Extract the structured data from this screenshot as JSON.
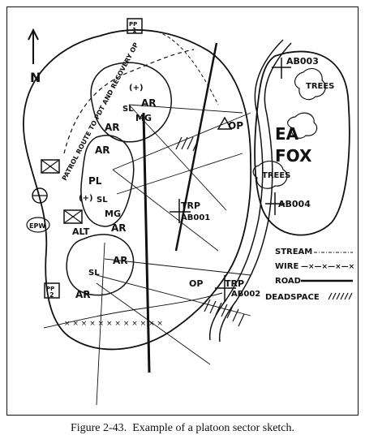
{
  "caption": {
    "figure_number": "Figure 2-43.",
    "title": "Example of a platoon sector sketch."
  },
  "sketch": {
    "north_label": "N",
    "route_label": "PATROL ROUTE TO PDT AND RECOVERY OP",
    "engagement_area": {
      "line1": "EA",
      "line2": "FOX"
    },
    "target_refs": [
      "AB003",
      "AB004",
      "AB001",
      "AB002"
    ],
    "trp_label": "TRP",
    "trees_label": "TREES",
    "op_label": "OP",
    "positions": {
      "ar": "AR",
      "mg": "MG",
      "sl": "SL",
      "pl": "PL",
      "plus": "(+)",
      "alt": "ALT",
      "epw": "EPW",
      "pp1": "PP",
      "pp1_num": "1",
      "pp2": "PP",
      "pp2_num": "2"
    },
    "legend": {
      "stream": "STREAM",
      "wire": "WIRE",
      "road": "ROAD",
      "deadspace": "DEADSPACE"
    }
  },
  "colors": {
    "ink": "#111111",
    "paper": "#ffffff"
  }
}
